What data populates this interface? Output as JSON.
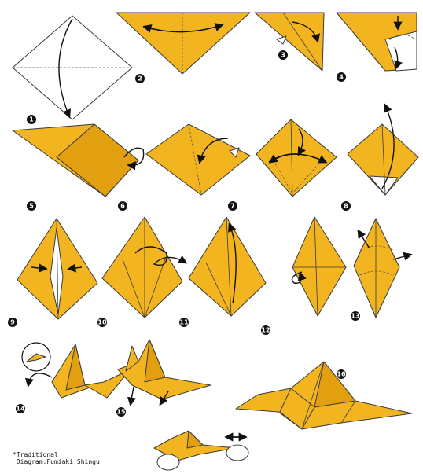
{
  "steps": {
    "s1": "1",
    "s2": "2",
    "s3": "3",
    "s4": "4",
    "s5": "5",
    "s6": "6",
    "s7": "7",
    "s8": "8",
    "s9": "9",
    "s10": "10",
    "s11": "11",
    "s12": "12",
    "s13": "13",
    "s14": "14",
    "s15": "15",
    "s16": "16"
  },
  "credit": {
    "line1": "*Traditional",
    "line2": " Diagram:Fumiaki Shingu"
  },
  "colors": {
    "paper": "#f2b51f",
    "paper_shade": "#e2a010",
    "outline": "#3a3a3a",
    "arrow": "#111111"
  }
}
